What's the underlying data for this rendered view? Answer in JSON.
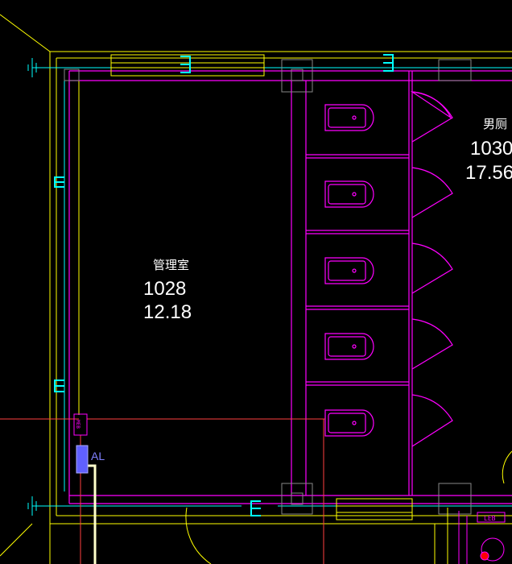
{
  "rooms": [
    {
      "name": "管理室",
      "code": "1028",
      "area": "12.18"
    },
    {
      "name": "男厕",
      "code": "1030",
      "area": "17.56"
    }
  ],
  "tags": {
    "panel": "AL",
    "leb_right": "LEB",
    "meb_left": "MEB"
  },
  "colors": {
    "background": "#000000",
    "wall": "#ffff00",
    "partition": "#ff00ff",
    "axis": "#00ffff",
    "text": "#ffffff",
    "wiring": "#ff4040",
    "panel_fill": "#6060ff"
  },
  "fixtures": {
    "toilet_stalls": 5
  }
}
